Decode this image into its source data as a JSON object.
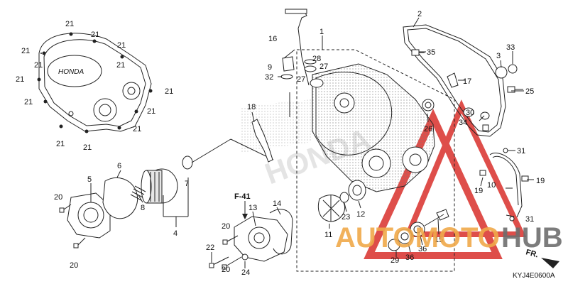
{
  "diagram": {
    "callouts": [
      "1",
      "2",
      "3",
      "4",
      "5",
      "6",
      "7",
      "8",
      "9",
      "10",
      "11",
      "12",
      "13",
      "14",
      "15",
      "16",
      "17",
      "18",
      "19",
      "19",
      "20",
      "20",
      "20",
      "20",
      "21",
      "21",
      "21",
      "21",
      "21",
      "21",
      "21",
      "21",
      "21",
      "21",
      "21",
      "21",
      "21",
      "22",
      "23",
      "24",
      "25",
      "26",
      "27",
      "27",
      "28",
      "29",
      "30",
      "31",
      "31",
      "32",
      "33",
      "34",
      "35",
      "36",
      "36"
    ],
    "reference_label": "F-41",
    "direction_label": "FR.",
    "diagram_code": "KYJ4E0600A",
    "cover_logo_text": "HONDA",
    "watermark_brand": "HONDA",
    "watermark_part1": "AUTOMOTO",
    "watermark_part2": "HUB",
    "colors": {
      "line": "#222222",
      "watermark_red": "#d9302b",
      "watermark_orange": "#f0a94a",
      "watermark_gray": "#6e6e6e"
    }
  }
}
